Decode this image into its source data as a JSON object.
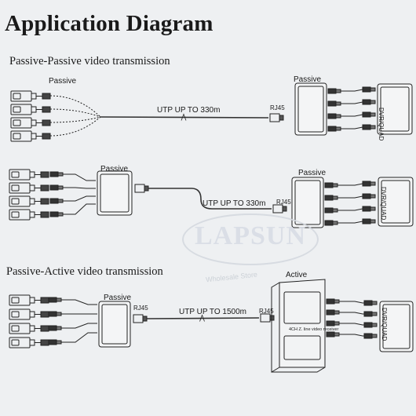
{
  "title": "Application Diagram",
  "sections": [
    {
      "heading": "Passive-Passive video transmission"
    },
    {
      "heading": "Passive-Active video transmission"
    }
  ],
  "labels": {
    "row1_passive_left": "Passive",
    "row1_passive_right": "Passive",
    "row1_cable": "UTP UP TO 330m",
    "row1_rj45": "RJ45",
    "row1_dvr": "DVR/QUAD",
    "row2_passive_left": "Passive",
    "row2_passive_right": "Passive",
    "row2_cable": "UTP UP TO 330m",
    "row2_rj45": "RJ45",
    "row2_dvr": "DVR/QUAD",
    "row3_passive": "Passive",
    "row3_rj45_left": "RJ45",
    "row3_cable": "UTP UP TO 1500m",
    "row3_rj45_right": "RJ45",
    "row3_active": "Active",
    "row3_receiver": "4CH Z. line video receiver",
    "row3_dvr": "DVR/QUAD"
  },
  "watermark": {
    "text": "LAPSUN",
    "sub": "Wholesale Store"
  }
}
